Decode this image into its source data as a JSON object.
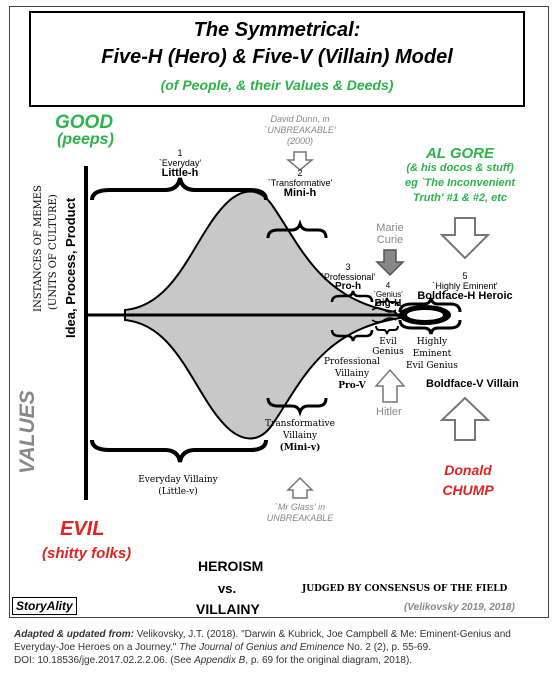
{
  "title": {
    "line1": "The Symmetrical:",
    "line2": "Five-H (Hero) & Five-V (Villain) Model",
    "subtitle": "(of People, & their Values & Deeds)"
  },
  "good": {
    "label": "GOOD",
    "sub": "(peeps)"
  },
  "evil": {
    "label": "EVIL",
    "sub": "(shitty folks)"
  },
  "axis": {
    "memes1": "INSTANCES OF MEMES",
    "memes2": "(UNITS OF CULTURE)",
    "idea": "Idea, Process, Product",
    "values": "VALUES"
  },
  "heroes": {
    "h1_num": "1",
    "h1_type": "`Everyday'",
    "h1_name": "Little-h",
    "h2_num": "2",
    "h2_type": "`Transformative'",
    "h2_name": "Mini-h",
    "h3_num": "3",
    "h3_type": "`Professional'",
    "h3_name": "Pro-h",
    "h4_num": "4",
    "h4_type": "`Genius'",
    "h4_name": "Big-H",
    "h5_num": "5",
    "h5_type": "`Highly Eminent'",
    "h5_name": "Boldface-H Heroic"
  },
  "villains": {
    "v1_a": "Everyday Villainy",
    "v1_b": "(Little-v)",
    "v2_a": "Transformative",
    "v2_b": "Villainy",
    "v2_c": "(Mini-v)",
    "v3_a": "Professional",
    "v3_b": "Villainy",
    "v3_c": "Pro-V",
    "v4_a": "Evil",
    "v4_b": "Genius",
    "v5_a": "Highly",
    "v5_b": "Eminent",
    "v5_c": "Evil Genius",
    "v5_d": "Boldface-V Villain"
  },
  "examples": {
    "dunn1": "David Dunn, in",
    "dunn2": "`UNBREAKABLE'",
    "dunn3": "(2000)",
    "gore1": "AL GORE",
    "gore2": "(& his docos & stuff)",
    "gore3": "eg `The Inconvenient",
    "gore4": "Truth' #1 & #2, etc",
    "curie1": "Marie",
    "curie2": "Curie",
    "hitler": "Hitler",
    "glass1": "`Mr Glass' in",
    "glass2": "UNBREAKABLE",
    "chump1": "Donald",
    "chump2": "CHUMP"
  },
  "bottom": {
    "heroism": "HEROISM",
    "vs": "vs.",
    "villainy": "VILLAINY",
    "judged": "JUDGED BY CONSENSUS OF THE FIELD",
    "brand": "StoryAlity",
    "credit": "(Velikovsky 2019, 2018)"
  },
  "footer": {
    "lead": "Adapted & updated from:",
    "ref1": " Velikovsky, J.T. (2018). \"Darwin & Kubrick, Joe Campbell & Me: Eminent-Genius and",
    "ref2a": "Everyday-Joe Heroes on a Journey.\" ",
    "ref2b": "The Journal of Genius and Eminence",
    "ref2c": " No. 2 (2), p. 55-69.",
    "ref3a": "DOI: 10.18536/jge.2017.02.2.2.06.   (See ",
    "ref3b": "Appendix B",
    "ref3c": ", p. 69 for the original diagram, 2018)."
  },
  "colors": {
    "green": "#2db34a",
    "red": "#e0241f",
    "gray": "#888888",
    "fill": "#c8c8c8"
  }
}
